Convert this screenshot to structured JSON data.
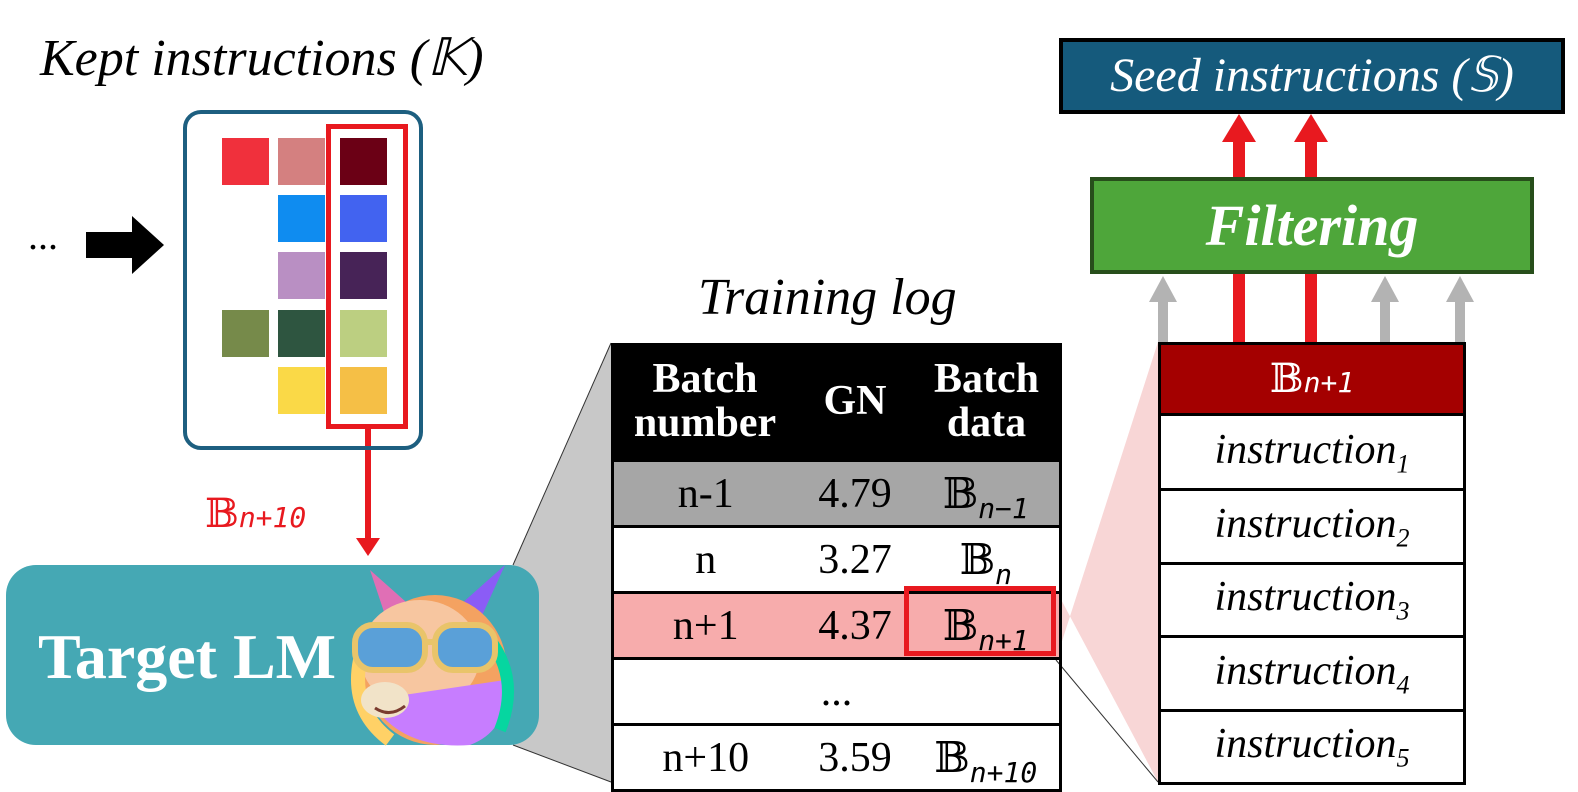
{
  "kept": {
    "title": "Kept instructions (𝕂)",
    "prefix_dots": "...",
    "squares": [
      {
        "col": 0,
        "row": 0,
        "color": "#f0303c"
      },
      {
        "col": 1,
        "row": 0,
        "color": "#d48080"
      },
      {
        "col": 2,
        "row": 0,
        "color": "#6b0015"
      },
      {
        "col": 1,
        "row": 1,
        "color": "#0f8cf0"
      },
      {
        "col": 2,
        "row": 1,
        "color": "#4263f0"
      },
      {
        "col": 1,
        "row": 2,
        "color": "#b98fc3"
      },
      {
        "col": 2,
        "row": 2,
        "color": "#472357"
      },
      {
        "col": 0,
        "row": 3,
        "color": "#768a4a"
      },
      {
        "col": 1,
        "row": 3,
        "color": "#2e5540"
      },
      {
        "col": 2,
        "row": 3,
        "color": "#bccf81"
      },
      {
        "col": 1,
        "row": 4,
        "color": "#fad947"
      },
      {
        "col": 2,
        "row": 4,
        "color": "#f5bf46"
      }
    ],
    "batch_label": {
      "base": "𝔹",
      "sub": "n+10"
    }
  },
  "target": {
    "label": "Target LM"
  },
  "training_log": {
    "title": "Training log",
    "headers": [
      "Batch\nnumber",
      "GN",
      "Batch\ndata"
    ],
    "rows": [
      {
        "batch": "n-1",
        "gn": "4.79",
        "base": "𝔹",
        "sub": "n−1",
        "style": "gray"
      },
      {
        "batch": "n",
        "gn": "3.27",
        "base": "𝔹",
        "sub": "n",
        "style": "white"
      },
      {
        "batch": "n+1",
        "gn": "4.37",
        "base": "𝔹",
        "sub": "n+1",
        "style": "pink"
      },
      {
        "batch": "...",
        "gn": "",
        "base": "",
        "sub": "",
        "style": "white"
      },
      {
        "batch": "n+10",
        "gn": "3.59",
        "base": "𝔹",
        "sub": "n+10",
        "style": "white"
      }
    ]
  },
  "seed": {
    "label": "Seed instructions (𝕊)"
  },
  "filter": {
    "label": "Filtering"
  },
  "batch_panel": {
    "header": {
      "base": "𝔹",
      "sub": "n+1"
    },
    "items": [
      {
        "text": "instruction",
        "sub": "1"
      },
      {
        "text": "instruction",
        "sub": "2"
      },
      {
        "text": "instruction",
        "sub": "3"
      },
      {
        "text": "instruction",
        "sub": "4"
      },
      {
        "text": "instruction",
        "sub": "5"
      }
    ]
  },
  "colors": {
    "red": "#e8191f",
    "teal": "#45a8b4",
    "seed_blue": "#155a7c",
    "filter_green": "#4ea63a",
    "header_red": "#a40000",
    "row_gray": "#a6a6a6",
    "row_pink": "#f7acac",
    "arrow_gray": "#b3b3b3"
  }
}
